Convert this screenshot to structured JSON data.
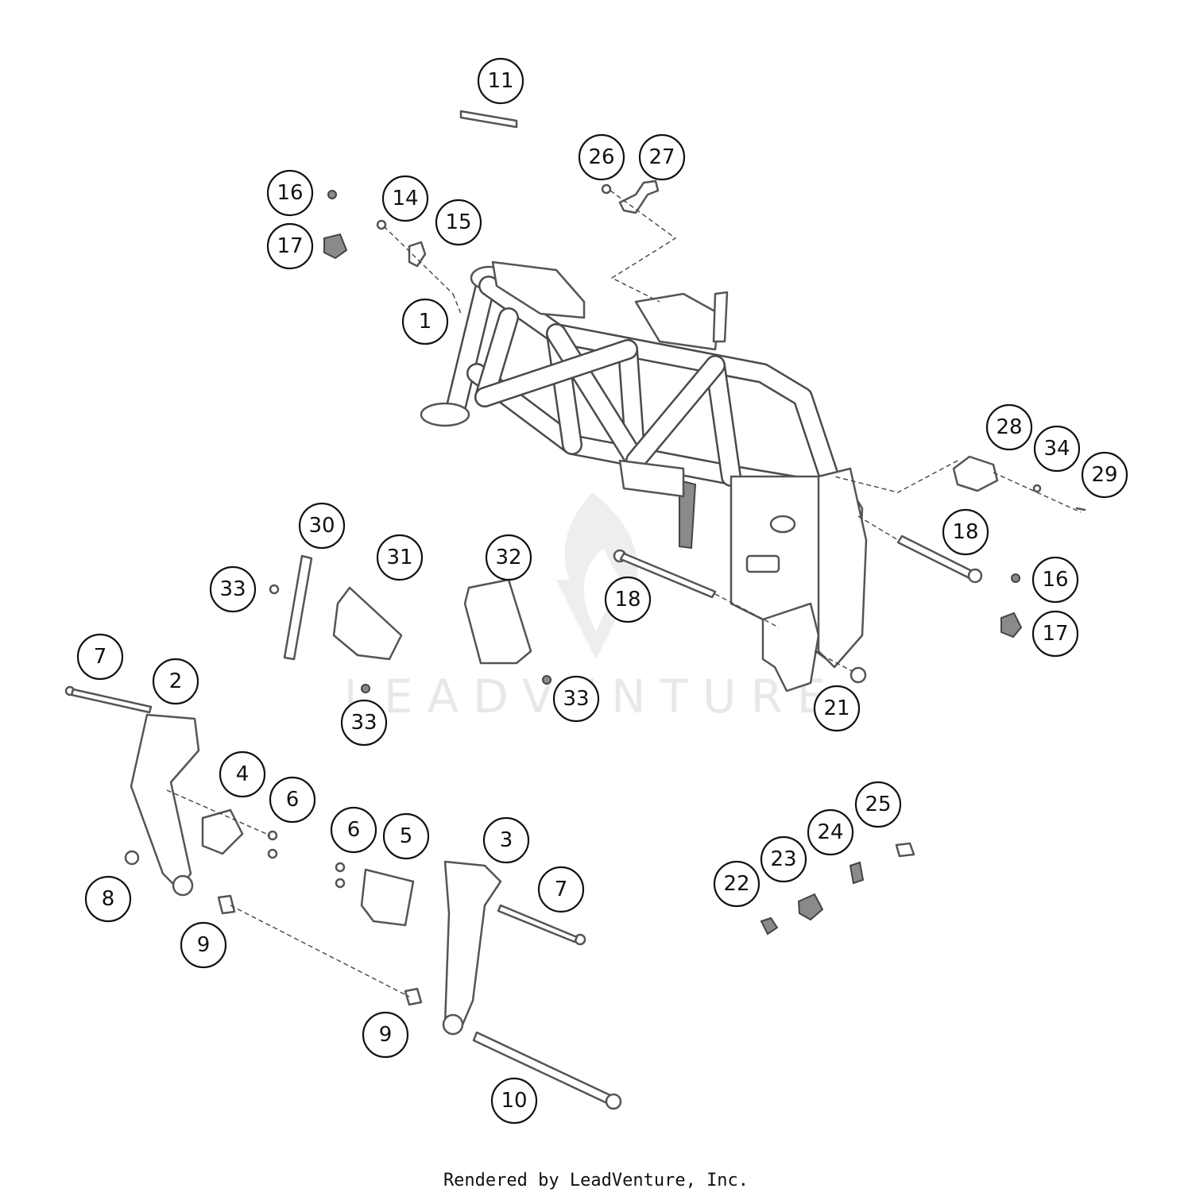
{
  "watermark": {
    "text": "LEADVENTURE"
  },
  "footer": {
    "text": "Rendered by LeadVenture, Inc."
  },
  "callouts": [
    {
      "id": "c11",
      "label": "11"
    },
    {
      "id": "c26",
      "label": "26"
    },
    {
      "id": "c27",
      "label": "27"
    },
    {
      "id": "c16a",
      "label": "16"
    },
    {
      "id": "c14",
      "label": "14"
    },
    {
      "id": "c15",
      "label": "15"
    },
    {
      "id": "c17a",
      "label": "17"
    },
    {
      "id": "c1",
      "label": "1"
    },
    {
      "id": "c28",
      "label": "28"
    },
    {
      "id": "c34",
      "label": "34"
    },
    {
      "id": "c29",
      "label": "29"
    },
    {
      "id": "c30",
      "label": "30"
    },
    {
      "id": "c31",
      "label": "31"
    },
    {
      "id": "c32",
      "label": "32"
    },
    {
      "id": "c18a",
      "label": "18"
    },
    {
      "id": "c33a",
      "label": "33"
    },
    {
      "id": "c18b",
      "label": "18"
    },
    {
      "id": "c16b",
      "label": "16"
    },
    {
      "id": "c17b",
      "label": "17"
    },
    {
      "id": "c7a",
      "label": "7"
    },
    {
      "id": "c2",
      "label": "2"
    },
    {
      "id": "c33b",
      "label": "33"
    },
    {
      "id": "c33c",
      "label": "33"
    },
    {
      "id": "c21",
      "label": "21"
    },
    {
      "id": "c4",
      "label": "4"
    },
    {
      "id": "c6a",
      "label": "6"
    },
    {
      "id": "c25",
      "label": "25"
    },
    {
      "id": "c6b",
      "label": "6"
    },
    {
      "id": "c5",
      "label": "5"
    },
    {
      "id": "c3",
      "label": "3"
    },
    {
      "id": "c24",
      "label": "24"
    },
    {
      "id": "c23",
      "label": "23"
    },
    {
      "id": "c7b",
      "label": "7"
    },
    {
      "id": "c22",
      "label": "22"
    },
    {
      "id": "c8",
      "label": "8"
    },
    {
      "id": "c9a",
      "label": "9"
    },
    {
      "id": "c9b",
      "label": "9"
    },
    {
      "id": "c10",
      "label": "10"
    }
  ]
}
